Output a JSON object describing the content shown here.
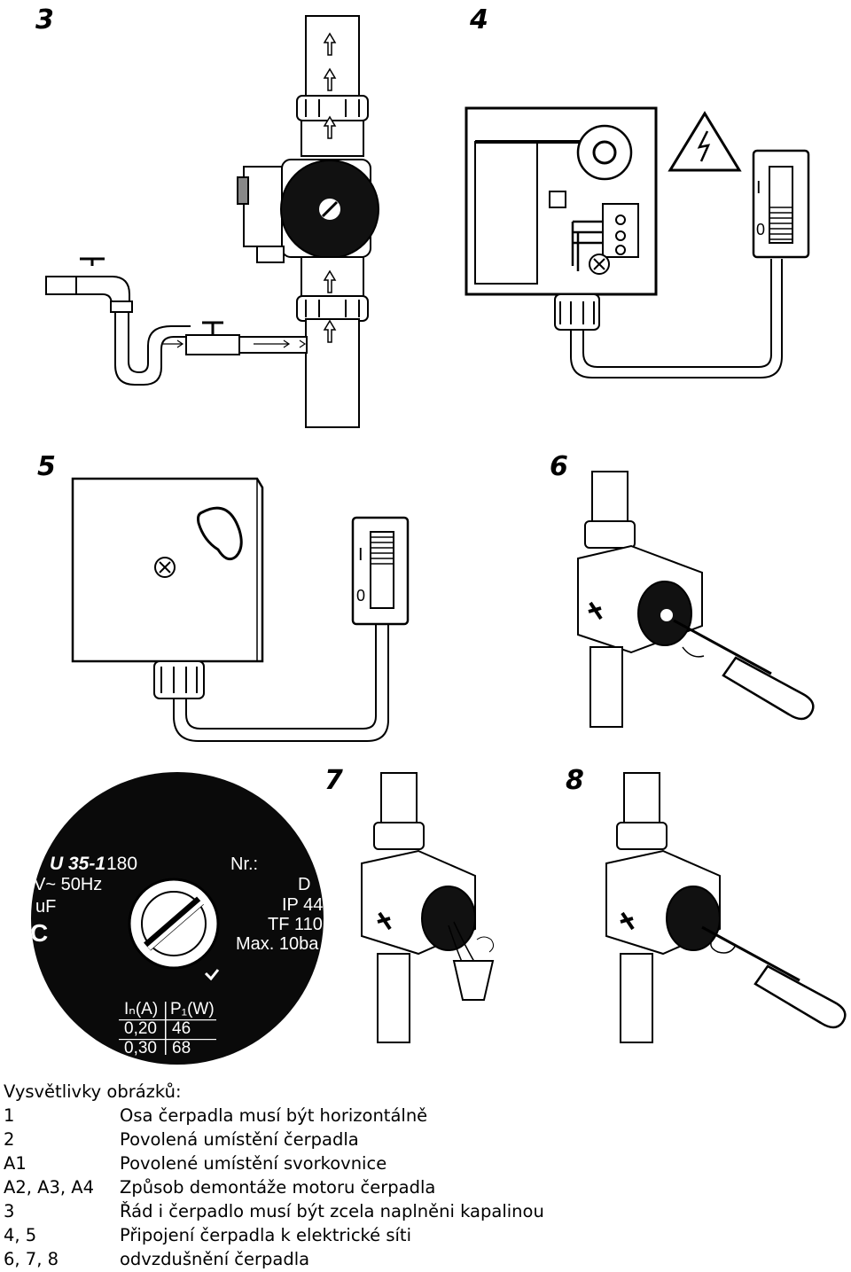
{
  "figures": [
    {
      "number": "3"
    },
    {
      "number": "4"
    },
    {
      "number": "5"
    },
    {
      "number": "6"
    },
    {
      "number": "7"
    },
    {
      "number": "8"
    }
  ],
  "switch_labels": {
    "on": "I",
    "off": "0"
  },
  "nameplate": {
    "model": "U 35-1",
    "model_suffix": "180",
    "nr_label": "Nr.:",
    "voltage": "V~ 50Hz",
    "capacitor": "uF",
    "d_label": "D",
    "ip": "IP 44",
    "tf": "TF 110",
    "max_pressure": "Max. 10ba",
    "current_header": "Iₙ(A)",
    "power_header": "P₁(W)",
    "rows": [
      {
        "current": "0,20",
        "power": "46"
      },
      {
        "current": "0,30",
        "power": "68"
      }
    ]
  },
  "legend": {
    "title": "Vysvětlivky obrázků:",
    "items": [
      {
        "key": "1",
        "text": "Osa čerpadla musí být horizontálně"
      },
      {
        "key": "2",
        "text": "Povolená umístění čerpadla"
      },
      {
        "key": "A1",
        "text": "Povolené umístění svorkovnice"
      },
      {
        "key": "A2, A3, A4",
        "text": "Způsob demontáže motoru čerpadla"
      },
      {
        "key": "3",
        "text": "Řád i čerpadlo musí být zcela naplněni kapalinou"
      },
      {
        "key": "4, 5",
        "text": "Připojení čerpadla k elektrické síti"
      },
      {
        "key": "6, 7, 8",
        "text": "odvzdušnění čerpadla"
      }
    ]
  }
}
